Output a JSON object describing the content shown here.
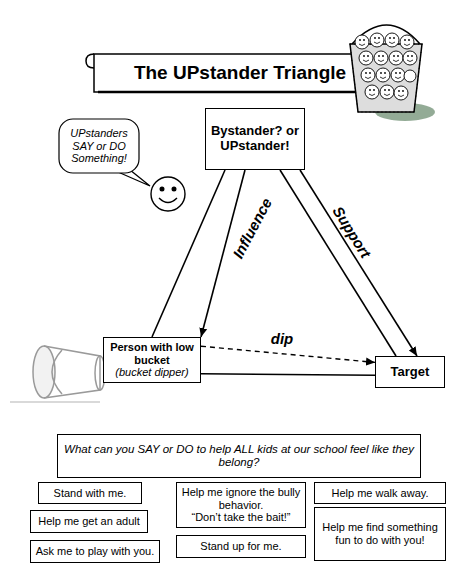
{
  "diagram": {
    "title": "The UPstander Triangle",
    "nodes": [
      {
        "text": [
          "Bystander? or UPstander!"
        ]
      },
      {
        "text": [
          "Person with low bucket",
          "(bucket dipper)"
        ]
      },
      {
        "text": [
          "Target"
        ]
      },
      {
        "text": [
          "UPstanders SAY or DO Something!"
        ]
      },
      {
        "text": [
          "What can you SAY or DO to help ALL kids at our school feel like they belong?"
        ]
      },
      {
        "text": [
          "Stand with me."
        ]
      },
      {
        "text": [
          "Help me ignore the bully behavior.",
          "“Don’t take the bait!”"
        ]
      },
      {
        "text": [
          "Help me walk away."
        ]
      },
      {
        "text": [
          "Help me get an adult"
        ]
      },
      {
        "text": [
          "Help me find something fun to do with you!"
        ]
      },
      {
        "text": [
          "Ask me to play with you."
        ]
      },
      {
        "text": [
          "Stand up for me."
        ]
      }
    ],
    "edges": [
      {
        "from": 0,
        "to": 1,
        "arrow": "none"
      },
      {
        "from": 0,
        "to": 1,
        "arrow": "to",
        "label": "Influence"
      },
      {
        "from": 0,
        "to": 2,
        "arrow": "none"
      },
      {
        "from": 0,
        "to": 2,
        "arrow": "to",
        "label": "Support"
      },
      {
        "from": 1,
        "to": 2,
        "arrow": "none"
      },
      {
        "from": 1,
        "to": 2,
        "arrow": "to",
        "label": "dip"
      }
    ]
  }
}
